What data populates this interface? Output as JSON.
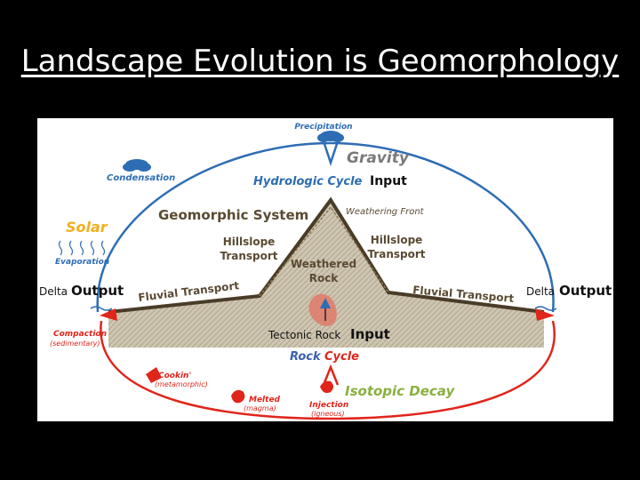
{
  "slide": {
    "title": "Landscape Evolution is Geomorphology"
  },
  "diagram": {
    "precipitation": "Precipitation",
    "gravity": "Gravity",
    "condensation": "Condensation",
    "hydrologic_cycle": "Hydrologic Cycle",
    "input_top": "Input",
    "weathering_front": "Weathering Front",
    "geomorphic_system": "Geomorphic System",
    "solar": "Solar",
    "evaporation": "Evaporation",
    "hillslope_left_1": "Hillslope",
    "hillslope_left_2": "Transport",
    "hillslope_right_1": "Hillslope",
    "hillslope_right_2": "Transport",
    "weathered_1": "Weathered",
    "weathered_2": "Rock",
    "delta_left": "Delta",
    "output_left": "Output",
    "delta_right": "Delta",
    "output_right": "Output",
    "fluvial_left": "Fluvial Transport",
    "fluvial_right": "Fluvial Transport",
    "tectonic_rock": "Tectonic Rock",
    "input_bottom": "Input",
    "rock_cycle_1": "Rock",
    "rock_cycle_2": "Cycle",
    "compaction": "Compaction",
    "sedimentary": "(sedimentary)",
    "cookin": "Cookin'",
    "metamorphic": "(metamorphic)",
    "melted": "Melted",
    "magma": "(magma)",
    "injection": "Injection",
    "igneous": "(igneous)",
    "isotopic_decay": "Isotopic Decay",
    "colors": {
      "blue": "#2e6db4",
      "red": "#e0251b",
      "gold": "#f0b020",
      "green": "#8ab040",
      "brown": "#5a4a32",
      "gray": "#7a7a7a"
    }
  }
}
